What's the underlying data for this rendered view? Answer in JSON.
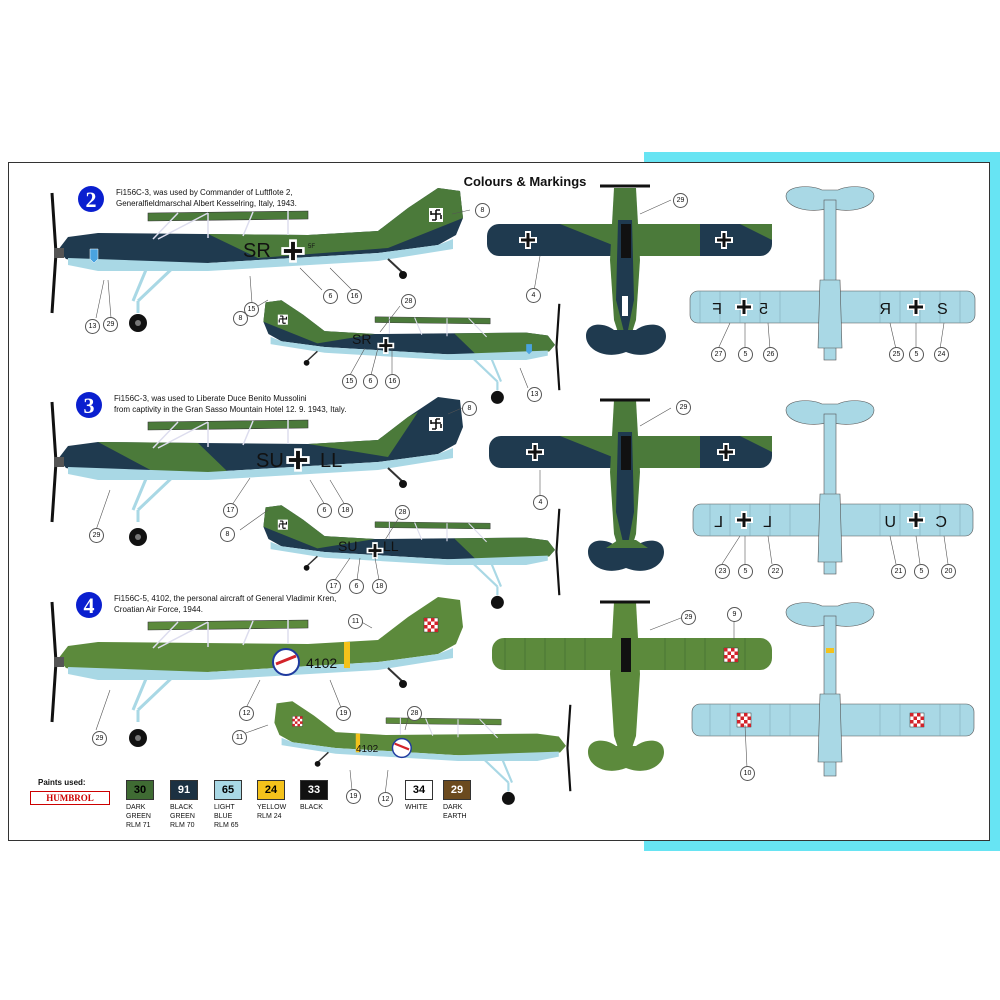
{
  "header": {
    "title": "Colours & Markings"
  },
  "schemes": [
    {
      "number": "2",
      "caption": "Fi156C-3, was used by Commander of Luftflote 2,\nGeneralfieldmarschal Albert Kesselring, Italy, 1943.",
      "code_main": "SR",
      "code_small": "SR",
      "code_wing_right": "S",
      "code_wing_right2": "R",
      "code_wing_left": "F",
      "code_wing_left2": "5",
      "tiny": "5F"
    },
    {
      "number": "3",
      "caption": "Fi156C-3, was used to Liberate Duce Benito Mussolini\nfrom captivity in the Gran Sasso Mountain Hotel 12. 9. 1943, Italy.",
      "code_main_left": "SU",
      "code_main_right": "LL",
      "code_small_left": "SU",
      "code_small_right": "LL",
      "code_wing_right": "C",
      "code_wing_right2": "U",
      "code_wing_left": "L",
      "code_wing_left2": "L"
    },
    {
      "number": "4",
      "caption": "Fi156C-5, 4102, the personal aircraft of General Vladimir Kren,\nCroatian Air Force, 1944.",
      "serial_main": "4102",
      "serial_small": "4102"
    }
  ],
  "callouts": {
    "s2_side": [
      "8",
      "13",
      "29",
      "15",
      "6",
      "16"
    ],
    "s2_small": [
      "8",
      "28",
      "15",
      "6",
      "16",
      "13"
    ],
    "s2_top": [
      "29",
      "4"
    ],
    "s2_bottom": [
      "27",
      "5",
      "26",
      "25",
      "5",
      "24"
    ],
    "s3_side": [
      "8",
      "29",
      "17",
      "6",
      "18"
    ],
    "s3_small": [
      "8",
      "28",
      "17",
      "6",
      "18"
    ],
    "s3_top": [
      "29",
      "4"
    ],
    "s3_bottom": [
      "23",
      "5",
      "22",
      "21",
      "5",
      "20"
    ],
    "s4_side": [
      "11",
      "29",
      "12",
      "19"
    ],
    "s4_small": [
      "11",
      "28",
      "19",
      "12"
    ],
    "s4_top": [
      "29",
      "9"
    ],
    "s4_bottom": [
      "10"
    ]
  },
  "paints": {
    "label": "Paints used:",
    "brand": "HUMBROL",
    "items": [
      {
        "code": "30",
        "name": "DARK\nGREEN\nRLM 71",
        "color": "#3f6b33",
        "text": "#000000"
      },
      {
        "code": "91",
        "name": "BLACK\nGREEN\nRLM 70",
        "color": "#1c3142",
        "text": "#ffffff"
      },
      {
        "code": "65",
        "name": "LIGHT\nBLUE\nRLM 65",
        "color": "#a9d8e5",
        "text": "#000000"
      },
      {
        "code": "24",
        "name": "YELLOW\nRLM 24",
        "color": "#f4c21b",
        "text": "#000000"
      },
      {
        "code": "33",
        "name": "BLACK",
        "color": "#111111",
        "text": "#ffffff"
      },
      {
        "code": "34",
        "name": "WHITE",
        "color": "#ffffff",
        "text": "#000000"
      },
      {
        "code": "29",
        "name": "DARK\nEARTH",
        "color": "#6b4a1e",
        "text": "#ffffff"
      }
    ]
  },
  "colors": {
    "dark_green": "#4b7a3a",
    "black_green": "#1f3a4f",
    "light_blue": "#a9d8e5",
    "olive": "#5c8a3c",
    "badge": "#0a1fcf"
  }
}
